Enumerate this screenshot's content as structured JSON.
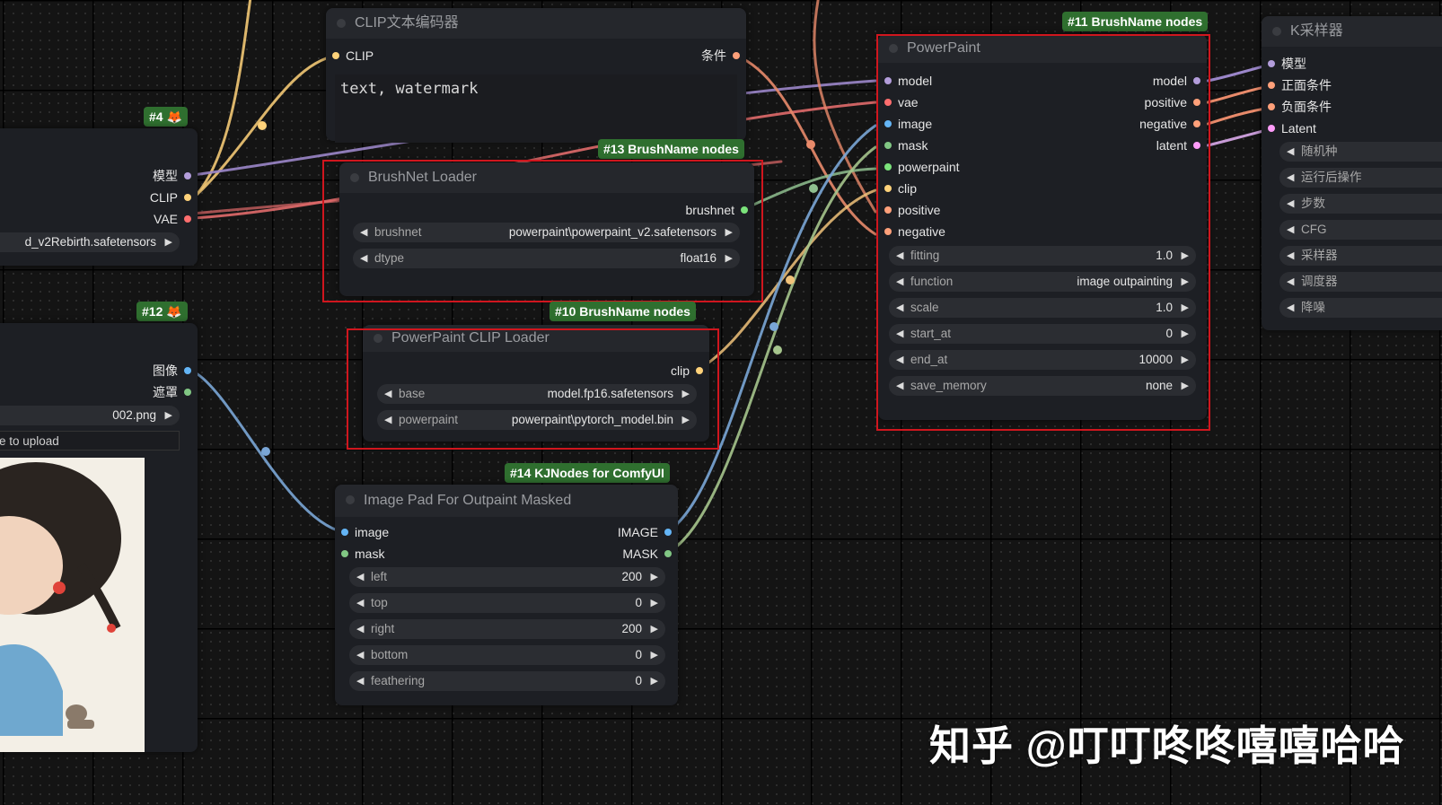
{
  "colors": {
    "model": "#b39ddb",
    "clip": "#ffd27a",
    "vae": "#ff6e6e",
    "conditioning": "#ffa07a",
    "image": "#64b5f6",
    "mask": "#81c784",
    "brushnet": "#7be37b",
    "latent": "#ff9cf9",
    "tag_green": "#2f6f2f",
    "highlight_red": "#d0161e"
  },
  "checkpoint_node": {
    "badge": "#4",
    "badge_icon": "fox-icon",
    "outputs": [
      "模型",
      "CLIP",
      "VAE"
    ],
    "ckpt_value": "d_v2Rebirth.safetensors"
  },
  "load_image_node": {
    "badge": "#12",
    "badge_icon": "fox-icon",
    "outputs": [
      "图像",
      "遮罩"
    ],
    "image_value": "002.png",
    "upload_label": "e to upload"
  },
  "clip_text_node": {
    "title": "CLIP文本编码器",
    "input": "CLIP",
    "output": "条件",
    "text": "text, watermark"
  },
  "brushnet_loader": {
    "tag": "#13 BrushName nodes",
    "title": "BrushNet Loader",
    "output": "brushnet",
    "widgets": [
      {
        "name": "brushnet",
        "value": "powerpaint\\powerpaint_v2.safetensors"
      },
      {
        "name": "dtype",
        "value": "float16"
      }
    ]
  },
  "powerpaint_clip_loader": {
    "tag": "#10 BrushName nodes",
    "title": "PowerPaint CLIP Loader",
    "output": "clip",
    "widgets": [
      {
        "name": "base",
        "value": "model.fp16.safetensors"
      },
      {
        "name": "powerpaint",
        "value": "powerpaint\\pytorch_model.bin"
      }
    ]
  },
  "image_pad_node": {
    "tag": "#14 KJNodes for ComfyUI",
    "title": "Image Pad For Outpaint Masked",
    "inputs": [
      "image",
      "mask"
    ],
    "outputs": [
      "IMAGE",
      "MASK"
    ],
    "widgets": [
      {
        "name": "left",
        "value": "200"
      },
      {
        "name": "top",
        "value": "0"
      },
      {
        "name": "right",
        "value": "200"
      },
      {
        "name": "bottom",
        "value": "0"
      },
      {
        "name": "feathering",
        "value": "0"
      }
    ]
  },
  "powerpaint_node": {
    "tag": "#11 BrushName nodes",
    "title": "PowerPaint",
    "inputs": [
      "model",
      "vae",
      "image",
      "mask",
      "powerpaint",
      "clip",
      "positive",
      "negative"
    ],
    "outputs": [
      "model",
      "positive",
      "negative",
      "latent"
    ],
    "widgets": [
      {
        "name": "fitting",
        "value": "1.0"
      },
      {
        "name": "function",
        "value": "image outpainting"
      },
      {
        "name": "scale",
        "value": "1.0"
      },
      {
        "name": "start_at",
        "value": "0"
      },
      {
        "name": "end_at",
        "value": "10000"
      },
      {
        "name": "save_memory",
        "value": "none"
      }
    ]
  },
  "ksampler_node": {
    "title": "K采样器",
    "inputs": [
      "模型",
      "正面条件",
      "负面条件",
      "Latent"
    ],
    "widgets": [
      "随机种",
      "运行后操作",
      "步数",
      "CFG",
      "采样器",
      "调度器",
      "降噪"
    ]
  },
  "watermark": "知乎 @叮叮咚咚嘻嘻哈哈"
}
